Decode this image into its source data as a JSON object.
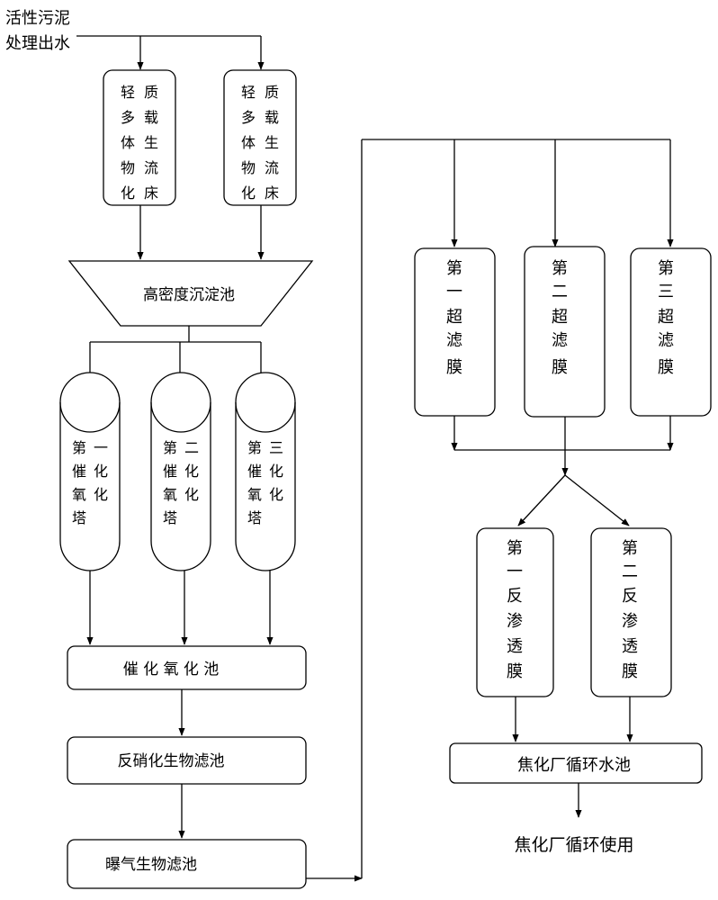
{
  "input_label": [
    "活性污泥",
    "处理出水"
  ],
  "fluidized_beds": [
    {
      "cols": [
        [
          "轻",
          "多",
          "体",
          "物",
          "化"
        ],
        [
          "质",
          "载",
          "生",
          "流",
          "床"
        ]
      ]
    },
    {
      "cols": [
        [
          "轻",
          "多",
          "体",
          "物",
          "化"
        ],
        [
          "质",
          "载",
          "生",
          "流",
          "床"
        ]
      ]
    }
  ],
  "sedimentation_tank": "高密度沉淀池",
  "catalytic_towers": [
    {
      "cols": [
        [
          "第",
          "催",
          "氧",
          "塔"
        ],
        [
          "一",
          "化",
          "化"
        ]
      ]
    },
    {
      "cols": [
        [
          "第",
          "催",
          "氧",
          "塔"
        ],
        [
          "二",
          "化",
          "化"
        ]
      ]
    },
    {
      "cols": [
        [
          "第",
          "催",
          "氧",
          "塔"
        ],
        [
          "三",
          "化",
          "化"
        ]
      ]
    }
  ],
  "catalytic_oxidation_pool": "催 化 氧 化 池",
  "denitrification_filter": "反硝化生物滤池",
  "aeration_filter": "曝气生物滤池",
  "ultrafiltration_membranes": [
    {
      "lines": [
        "第",
        "一",
        "超",
        "滤",
        "膜"
      ]
    },
    {
      "lines": [
        "第",
        "二",
        "超",
        "滤",
        "膜"
      ]
    },
    {
      "lines": [
        "第",
        "三",
        "超",
        "滤",
        "膜"
      ]
    }
  ],
  "reverse_osmosis_membranes": [
    {
      "lines": [
        "第",
        "一",
        "反",
        "渗",
        "透",
        "膜"
      ]
    },
    {
      "lines": [
        "第",
        "二",
        "反",
        "渗",
        "透",
        "膜"
      ]
    }
  ],
  "circulating_pool": "焦化厂循环水池",
  "final_output": "焦化厂循环使用"
}
